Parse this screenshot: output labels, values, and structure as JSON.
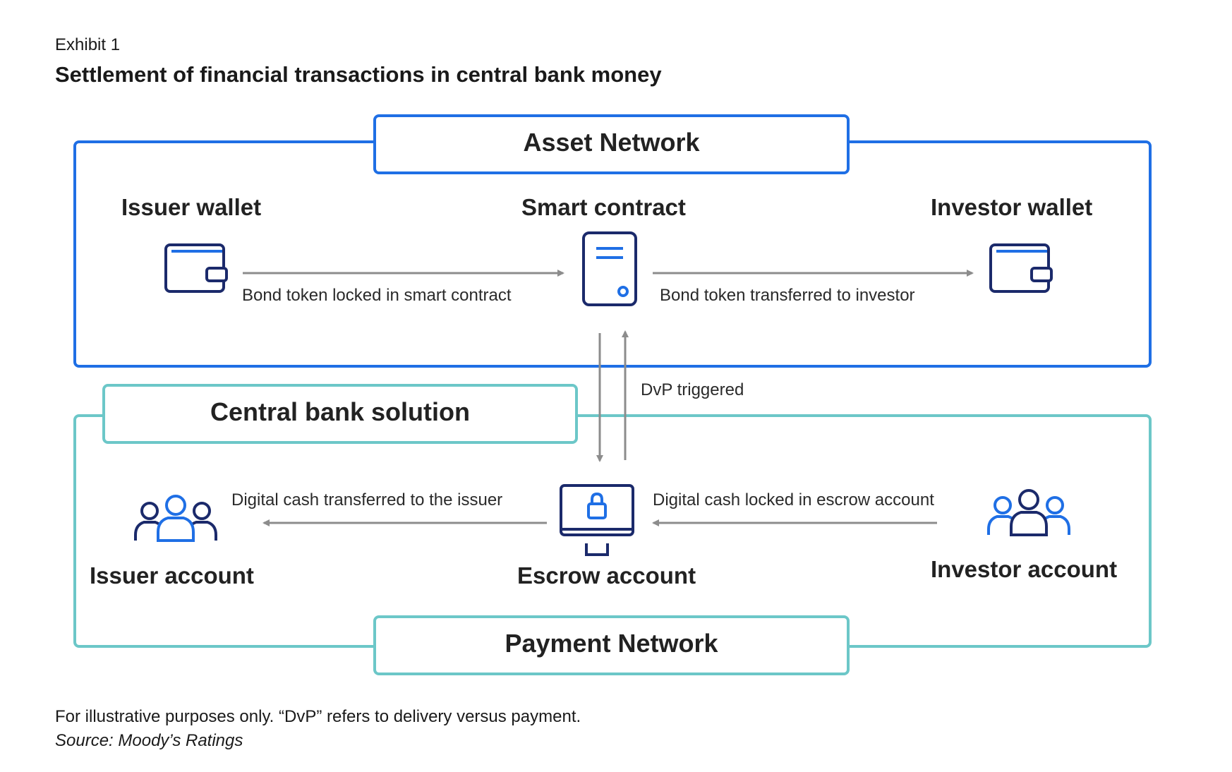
{
  "header": {
    "exhibit": "Exhibit 1",
    "title": "Settlement of financial transactions in central bank money"
  },
  "asset_network": {
    "title": "Asset Network",
    "issuer_wallet": "Issuer wallet",
    "smart_contract": "Smart contract",
    "investor_wallet": "Investor wallet",
    "flow_locked": "Bond token locked in smart contract",
    "flow_transferred": "Bond token transferred to investor"
  },
  "dvp": {
    "label": "DvP triggered"
  },
  "payment_network": {
    "title": "Payment Network",
    "central_bank_solution": "Central bank solution",
    "issuer_account": "Issuer account",
    "escrow_account": "Escrow account",
    "investor_account": "Investor account",
    "flow_to_issuer": "Digital cash transferred to the issuer",
    "flow_locked": "Digital cash locked in escrow account"
  },
  "footer": {
    "note": "For illustrative purposes only. “DvP” refers to delivery versus payment.",
    "source": "Source: Moody’s Ratings"
  },
  "colors": {
    "asset_blue": "#1f6fe5",
    "navy": "#1b2a6b",
    "teal": "#6cc7c8",
    "arrow_gray": "#8c8c8c"
  },
  "icons": [
    "wallet-icon",
    "server-icon",
    "users-icon",
    "monitor-lock-icon"
  ]
}
